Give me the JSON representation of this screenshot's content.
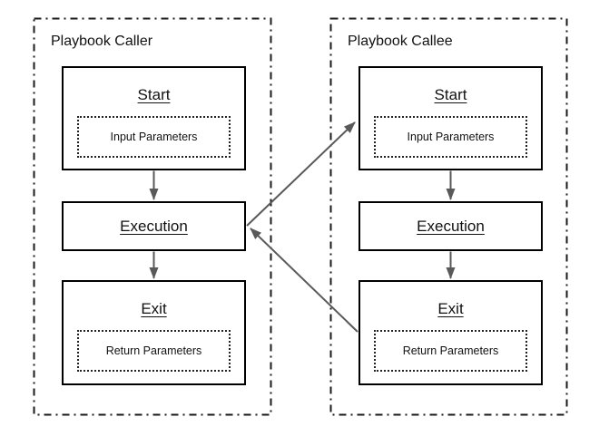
{
  "diagram": {
    "containers": [
      {
        "id": "caller",
        "title": "Playbook Caller",
        "nodes": [
          {
            "id": "caller-start",
            "title": "Start",
            "param": "Input Parameters"
          },
          {
            "id": "caller-execution",
            "title": "Execution"
          },
          {
            "id": "caller-exit",
            "title": "Exit",
            "param": "Return Parameters"
          }
        ]
      },
      {
        "id": "callee",
        "title": "Playbook Callee",
        "nodes": [
          {
            "id": "callee-start",
            "title": "Start",
            "param": "Input Parameters"
          },
          {
            "id": "callee-execution",
            "title": "Execution"
          },
          {
            "id": "callee-exit",
            "title": "Exit",
            "param": "Return Parameters"
          }
        ]
      }
    ],
    "edges": [
      {
        "from": "caller-start",
        "to": "caller-execution"
      },
      {
        "from": "caller-execution",
        "to": "caller-exit"
      },
      {
        "from": "callee-start",
        "to": "callee-execution"
      },
      {
        "from": "callee-execution",
        "to": "callee-exit"
      },
      {
        "from": "caller-execution",
        "to": "callee-start"
      },
      {
        "from": "callee-exit",
        "to": "caller-execution"
      }
    ],
    "colors": {
      "arrow": "#595959",
      "node_border": "#000000",
      "container_border": "#1a1a1a",
      "background": "#ffffff"
    }
  }
}
